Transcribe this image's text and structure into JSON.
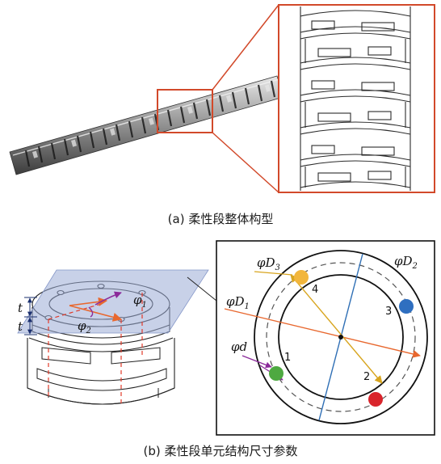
{
  "captions": {
    "a": "(a) 柔性段整体构型",
    "b": "(b) 柔性段单元结构尺寸参数"
  },
  "labels": {
    "phi1": {
      "base": "φ",
      "sub": "1"
    },
    "phi2": {
      "base": "φ",
      "sub": "2"
    },
    "t_top": "t",
    "t_bottom": "t",
    "D1": {
      "base": "φD",
      "sub": "1"
    },
    "D2": {
      "base": "φD",
      "sub": "2"
    },
    "D3": {
      "base": "φD",
      "sub": "3"
    },
    "d": "φd",
    "n1": "1",
    "n2": "2",
    "n3": "3",
    "n4": "4"
  },
  "colors": {
    "frame_red": "#d2492a",
    "plane_blue": "#9aabd6",
    "line_orange": "#e8682f",
    "line_blue": "#2f6fb5",
    "line_yellow": "#d8a51f",
    "line_purple": "#8b2a9a",
    "dot_yellow": "#f2b63c",
    "dot_blue": "#2f6fc0",
    "dot_red": "#d9252c",
    "dot_green": "#4ea941"
  }
}
